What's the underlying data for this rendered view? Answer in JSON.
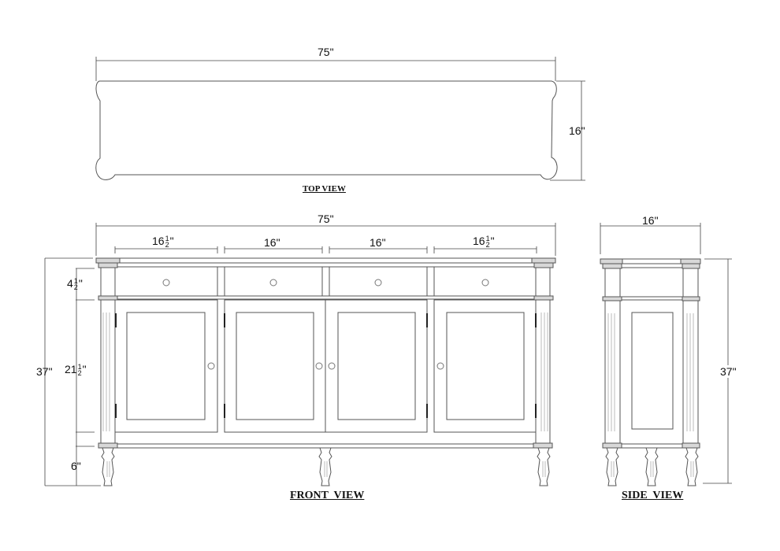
{
  "drawing": {
    "views": {
      "top": {
        "title": "TOP VIEW",
        "width_label": "75\"",
        "depth_label": "16\""
      },
      "front": {
        "title": "FRONT  VIEW",
        "overall_width_label": "75\"",
        "section_widths": [
          {
            "whole": "16",
            "frac_num": "1",
            "frac_den": "2",
            "unit": "\""
          },
          {
            "whole": "16\"",
            "frac_num": "",
            "frac_den": "",
            "unit": ""
          },
          {
            "whole": "16\"",
            "frac_num": "",
            "frac_den": "",
            "unit": ""
          },
          {
            "whole": "16",
            "frac_num": "1",
            "frac_den": "2",
            "unit": "\""
          }
        ],
        "overall_height_label": "37\"",
        "drawer_height": {
          "whole": "4",
          "frac_num": "1",
          "frac_den": "2",
          "unit": "\""
        },
        "door_height": {
          "whole": "21",
          "frac_num": "1",
          "frac_den": "2",
          "unit": "\""
        },
        "leg_height_label": "6\"",
        "drawers": 4,
        "doors": 4
      },
      "side": {
        "title": "SIDE  VIEW",
        "depth_label": "16\"",
        "height_label": "37\""
      }
    },
    "colors": {
      "line": "#555555",
      "background": "#ffffff",
      "hinge": "#222222"
    }
  }
}
